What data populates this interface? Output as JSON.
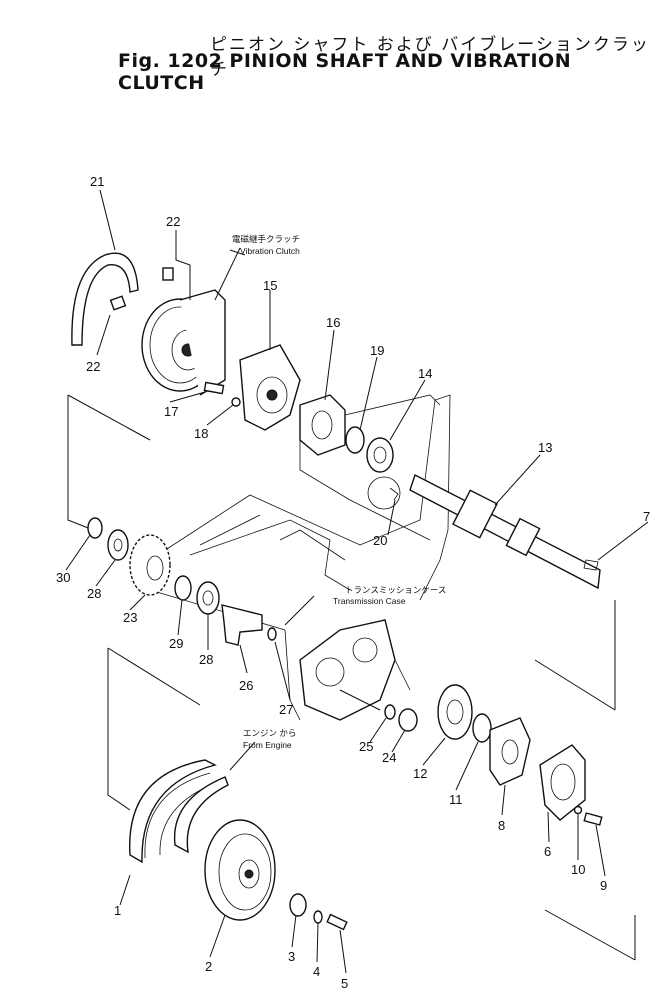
{
  "header": {
    "title_jp": "ピニオン シャフト および バイブレーションクラッチ",
    "title_en": "Fig. 1202 PINION SHAFT AND VIBRATION CLUTCH"
  },
  "captions": {
    "vibration_clutch_jp": "電磁継手クラッチ",
    "vibration_clutch_en": "Vibration Clutch",
    "transmission_case_jp": "トランスミッションケース",
    "transmission_case_en": "Transmission Case",
    "from_engine_jp": "エンジン から",
    "from_engine_en": "From Engine"
  },
  "callouts": {
    "c1": "1",
    "c2": "2",
    "c3": "3",
    "c4": "4",
    "c5": "5",
    "c6": "6",
    "c7": "7",
    "c8": "8",
    "c9": "9",
    "c10": "10",
    "c11": "11",
    "c12": "12",
    "c13": "13",
    "c14": "14",
    "c15": "15",
    "c16": "16",
    "c17": "17",
    "c18": "18",
    "c19": "19",
    "c20": "20",
    "c21": "21",
    "c22a": "22",
    "c22b": "22",
    "c23": "23",
    "c24": "24",
    "c25": "25",
    "c26": "26",
    "c27": "27",
    "c28a": "28",
    "c28b": "28",
    "c29": "29",
    "c30": "30"
  }
}
